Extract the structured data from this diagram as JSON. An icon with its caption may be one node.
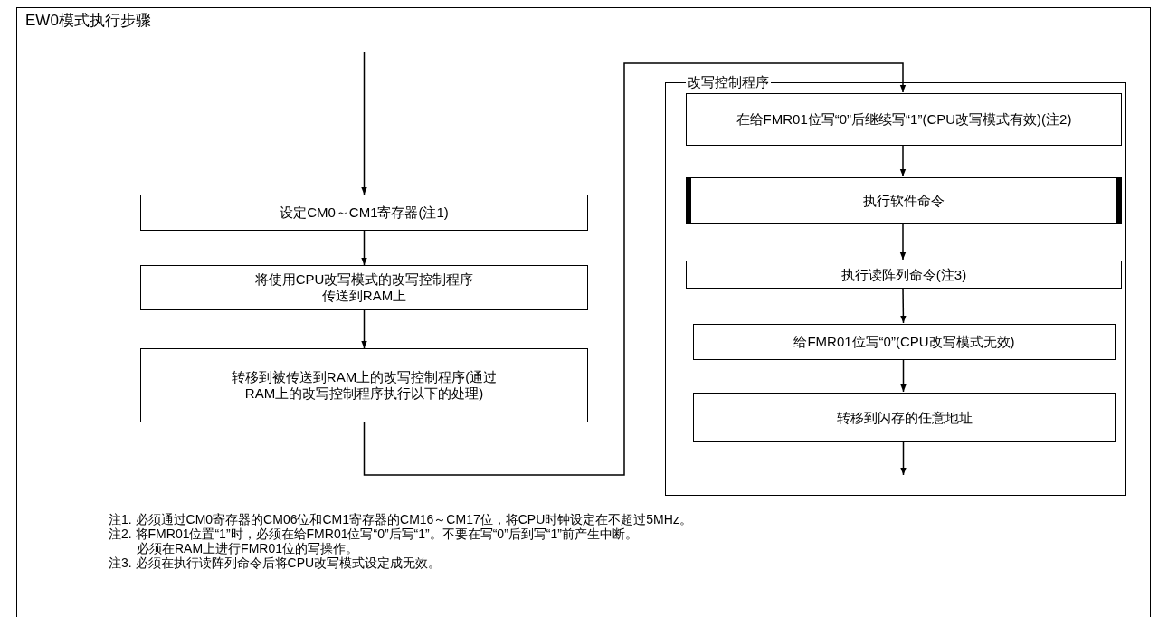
{
  "diagram": {
    "title": "EW0模式执行步骤",
    "nodes": [
      {
        "text": [
          "改写控制程序"
        ]
      },
      {
        "text": [
          "设定CM0～CM1寄存器(注1)"
        ]
      },
      {
        "text": [
          "将使用CPU改写模式的改写控制程序传送到RAM上"
        ]
      },
      {
        "text": [
          "转移到被传送到RAM上的改写控制程序(通过RAM上的改写控制程序执行以下的处理)"
        ]
      },
      {
        "text": [
          "在给FMR01位写“0”后继续写“1”(CPU改写模式有效)(注2)"
        ],
        "in": 0
      },
      {
        "text": [
          "执行软件命令"
        ],
        "in": 0
      },
      {
        "text": [
          "执行读阵列命令(注3)"
        ],
        "in": 0
      },
      {
        "text": [
          "给FMR01位写“0”(CPU改写模式无效)"
        ],
        "in": 0
      },
      {
        "text": [
          "转移到闪存的任意地址"
        ],
        "in": 0
      }
    ],
    "edges": [
      {
        "from": null,
        "to": 1,
        "arrow": "to"
      },
      {
        "from": 1,
        "to": 2,
        "arrow": "to"
      },
      {
        "from": 2,
        "to": 3,
        "arrow": "to"
      },
      {
        "from": 3,
        "to": 4,
        "arrow": "to"
      },
      {
        "from": 4,
        "to": 5,
        "arrow": "to"
      },
      {
        "from": 5,
        "to": 6,
        "arrow": "to"
      },
      {
        "from": 6,
        "to": 7,
        "arrow": "to"
      },
      {
        "from": 7,
        "to": 8,
        "arrow": "to"
      },
      {
        "from": 8,
        "to": null,
        "arrow": "to"
      }
    ],
    "labels": [
      "注1. 必须通过CM0寄存器的CM06位和CM1寄存器的CM16～CM17位，将CPU时钟设定在不超过5MHz。",
      "注2. 将FMR01位置“1”时，必须在给FMR01位写“0”后写“1”。不要在写“0”后到写“1”前产生中断。",
      "必须在RAM上进行FMR01位的写操作。",
      "注3. 必须在执行读阵列命令后将CPU改写模式设定成无效。"
    ]
  }
}
